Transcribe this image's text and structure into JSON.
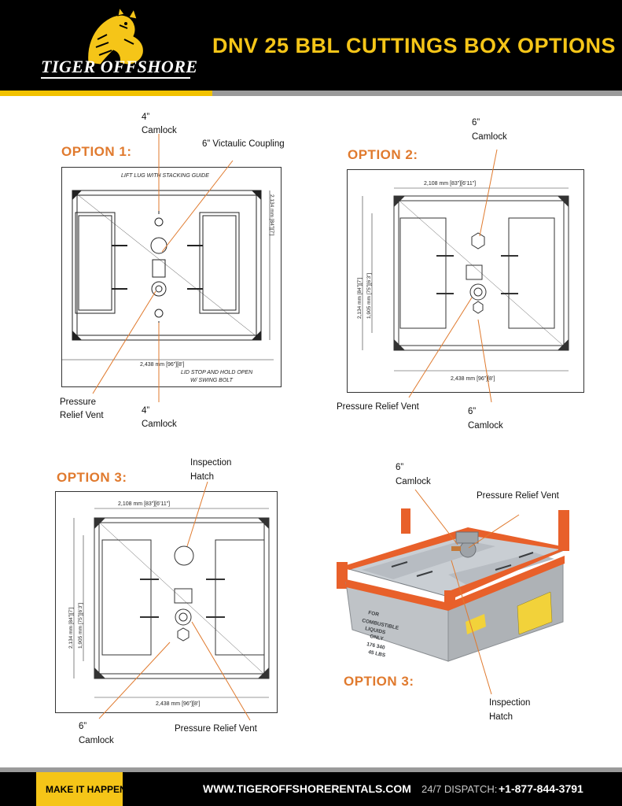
{
  "header": {
    "brand": "TIGER OFFSHORE",
    "title": "DNV 25 BBL CUTTINGS BOX OPTIONS",
    "colors": {
      "accent": "#f5c518",
      "option": "#e07a2e",
      "background": "#000000"
    }
  },
  "option1": {
    "heading": "OPTION 1:",
    "callouts": {
      "camlock_top_1": "4”",
      "camlock_top_2": "Camlock",
      "victaulic": "6” Victaulic Coupling",
      "pressure_1": "Pressure",
      "pressure_2": "Relief Vent",
      "camlock_bottom_1": "4”",
      "camlock_bottom_2": "Camlock"
    },
    "drawing_labels": {
      "lift_lug": "LIFT LUG WITH STACKING GUIDE",
      "width": "2,438 mm [96”][8’]",
      "height": "2,134 mm [84”][7’]",
      "lid_stop_1": "LID STOP AND HOLD OPEN",
      "lid_stop_2": "W/ SWING BOLT"
    }
  },
  "option2": {
    "heading": "OPTION 2:",
    "callouts": {
      "camlock_top_1": "6”",
      "camlock_top_2": "Camlock",
      "pressure": "Pressure Relief Vent",
      "camlock_bottom_1": "6”",
      "camlock_bottom_2": "Camlock"
    },
    "drawing_labels": {
      "top_dim": "2,108 mm [83”][6’11”]",
      "width": "2,438 mm [96”][8’]",
      "height_outer": "2,134 mm [84”][7’]",
      "height_inner": "1,905 mm [75”][6’3”]"
    }
  },
  "option3": {
    "heading": "OPTION 3:",
    "callouts": {
      "inspection_1": "Inspection",
      "inspection_2": "Hatch",
      "camlock_1": "6”",
      "camlock_2": "Camlock",
      "pressure": "Pressure Relief Vent"
    },
    "drawing_labels": {
      "top_dim": "2,108 mm [83”][6’11”]",
      "width": "2,438 mm [96”][8’]",
      "height_outer": "2,134 mm [84”][7’]",
      "height_inner": "1,905 mm [75”][6’3”]"
    }
  },
  "photo": {
    "heading": "OPTION 3:",
    "callouts": {
      "camlock_1": "6”",
      "camlock_2": "Camlock",
      "pressure": "Pressure Relief Vent",
      "inspection_1": "Inspection",
      "inspection_2": "Hatch"
    },
    "box_text": [
      "FOR",
      "COMBUSTIBLE",
      "LIQUIDS",
      "ONLY",
      "176 340",
      "45 LBS"
    ]
  },
  "footer": {
    "slogan": "MAKE IT HAPPEN",
    "website": "WWW.TIGEROFFSHORERENTALS.COM",
    "dispatch_label": "24/7 DISPATCH:",
    "dispatch_phone": "+1-877-844-3791"
  }
}
